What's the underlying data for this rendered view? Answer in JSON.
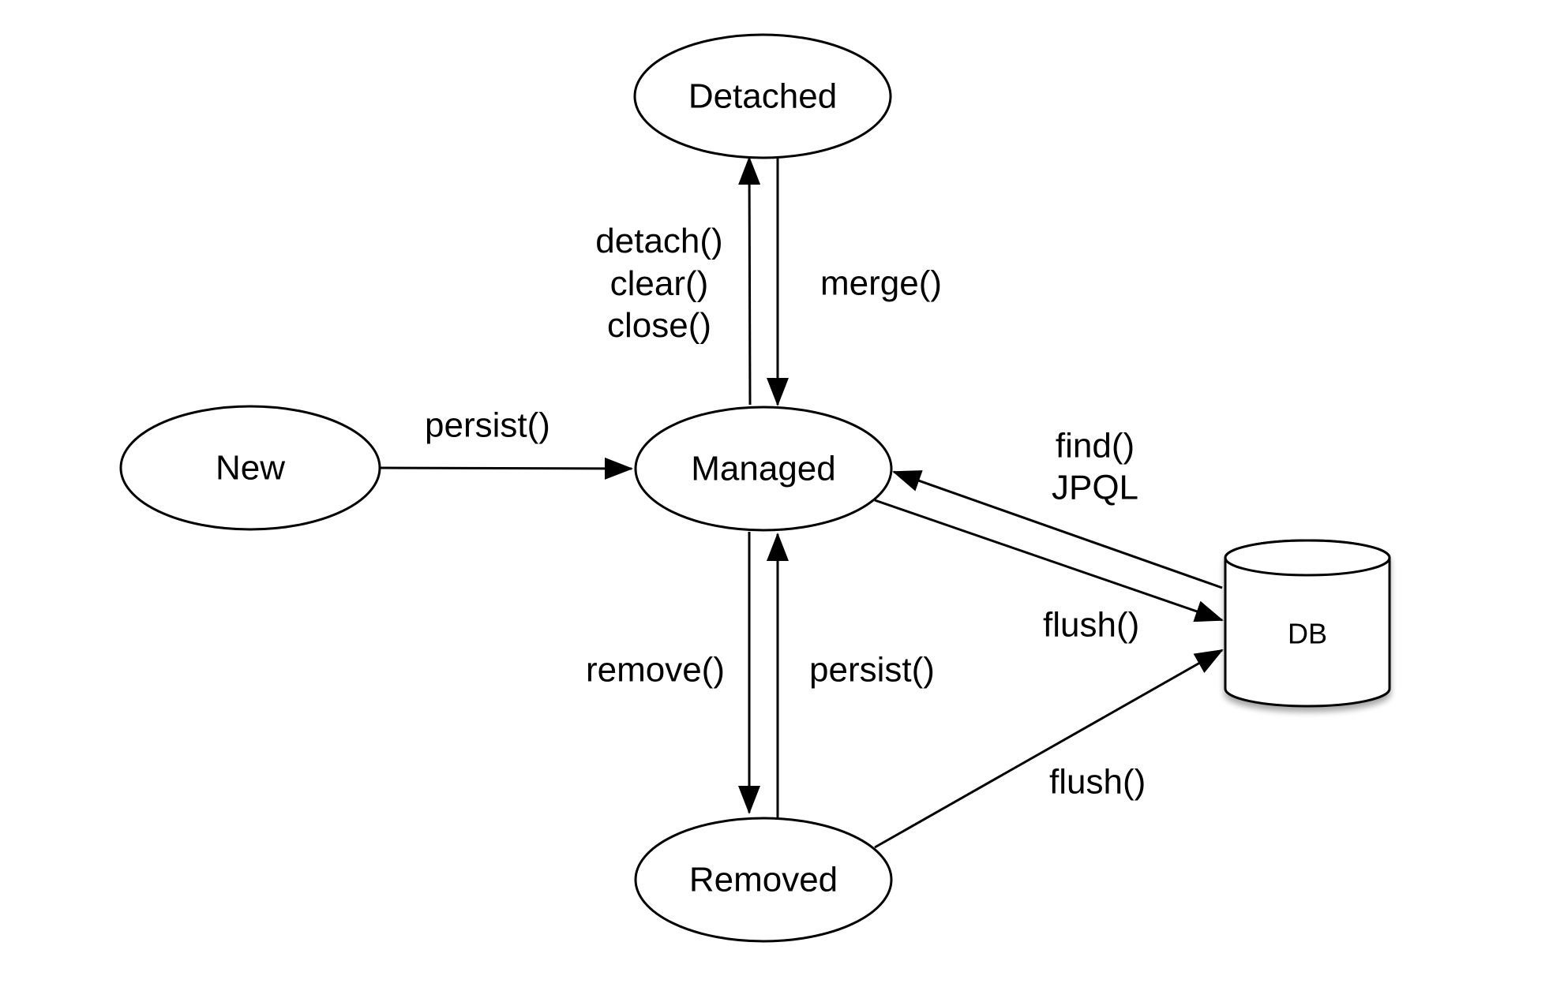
{
  "nodes": {
    "detached": "Detached",
    "new": "New",
    "managed": "Managed",
    "removed": "Removed",
    "db": "DB"
  },
  "edges": {
    "detach": [
      "detach()",
      "clear()",
      "close()"
    ],
    "merge": "merge()",
    "persist_new": "persist()",
    "find": [
      "find()",
      "JPQL"
    ],
    "flush_managed": "flush()",
    "remove": "remove()",
    "persist_removed": "persist()",
    "flush_removed": "flush()"
  }
}
